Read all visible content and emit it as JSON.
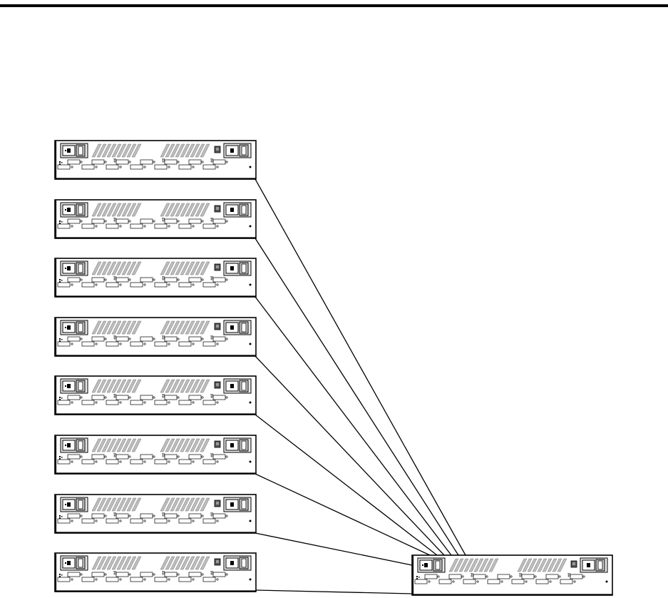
{
  "page": {
    "has_top_rule": true
  },
  "diagram": {
    "type": "daisy-chain cabling diagram",
    "source_unit_count": 8,
    "target_unit_count": 1,
    "connections": 8,
    "colors": {
      "line": "#000000",
      "panel_bg": "#ffffff",
      "vent": "#bdbdbd",
      "outline": "#000000"
    },
    "unit_icons": [
      "power-inlet-icon",
      "power-switch-icon",
      "vent-grille-icon",
      "network-port-icon",
      "led-indicator-icon"
    ]
  }
}
